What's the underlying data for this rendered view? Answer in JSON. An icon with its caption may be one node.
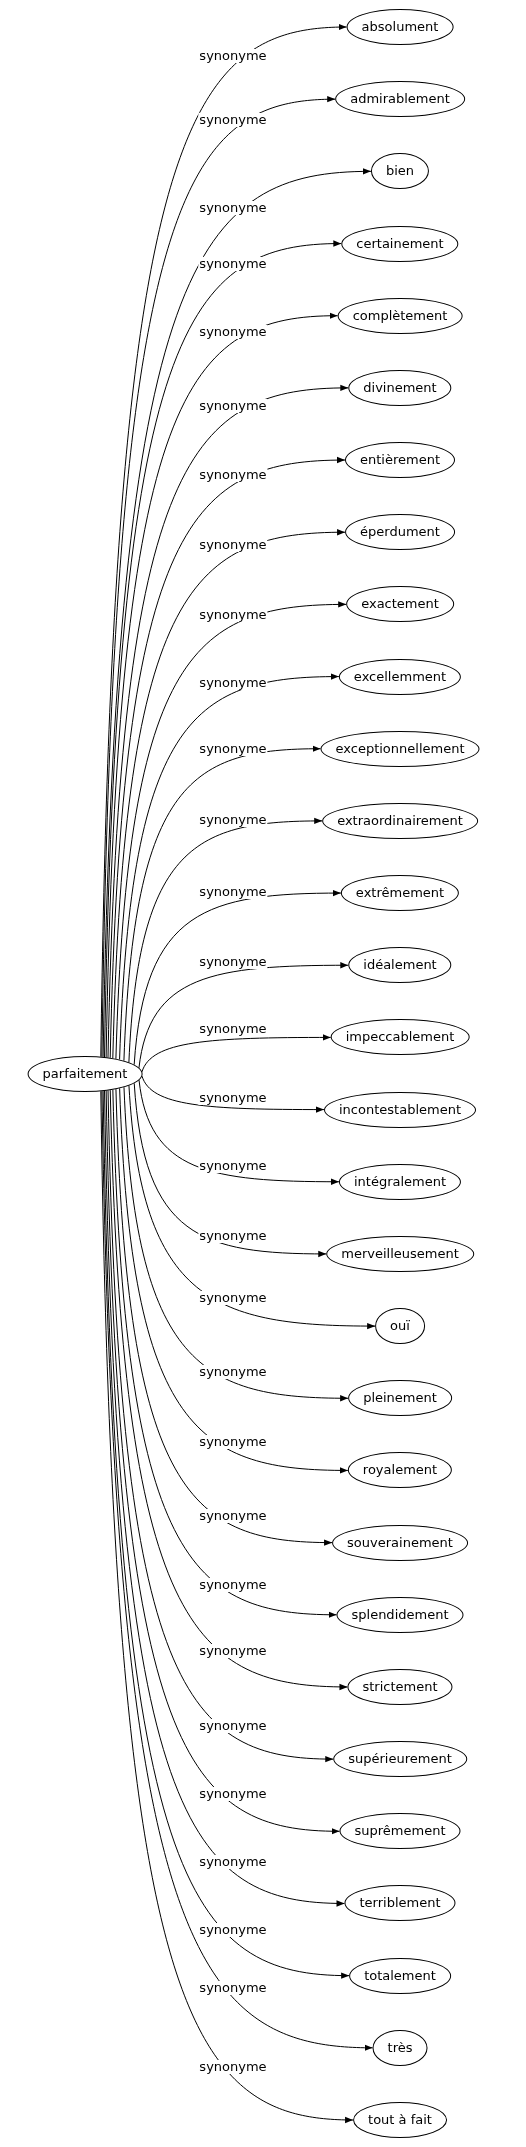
{
  "diagram": {
    "nodes": [
      {
        "text": [
          "parfaitement"
        ]
      },
      {
        "text": [
          "absolument"
        ]
      },
      {
        "text": [
          "admirablement"
        ]
      },
      {
        "text": [
          "bien"
        ]
      },
      {
        "text": [
          "certainement"
        ]
      },
      {
        "text": [
          "complètement"
        ]
      },
      {
        "text": [
          "divinement"
        ]
      },
      {
        "text": [
          "entièrement"
        ]
      },
      {
        "text": [
          "éperdument"
        ]
      },
      {
        "text": [
          "exactement"
        ]
      },
      {
        "text": [
          "excellemment"
        ]
      },
      {
        "text": [
          "exceptionnellement"
        ]
      },
      {
        "text": [
          "extraordinairement"
        ]
      },
      {
        "text": [
          "extrêmement"
        ]
      },
      {
        "text": [
          "idéalement"
        ]
      },
      {
        "text": [
          "impeccablement"
        ]
      },
      {
        "text": [
          "incontestablement"
        ]
      },
      {
        "text": [
          "intégralement"
        ]
      },
      {
        "text": [
          "merveilleusement"
        ]
      },
      {
        "text": [
          "ouï"
        ]
      },
      {
        "text": [
          "pleinement"
        ]
      },
      {
        "text": [
          "royalement"
        ]
      },
      {
        "text": [
          "souverainement"
        ]
      },
      {
        "text": [
          "splendidement"
        ]
      },
      {
        "text": [
          "strictement"
        ]
      },
      {
        "text": [
          "supérieurement"
        ]
      },
      {
        "text": [
          "suprêmement"
        ]
      },
      {
        "text": [
          "terriblement"
        ]
      },
      {
        "text": [
          "totalement"
        ]
      },
      {
        "text": [
          "très"
        ]
      },
      {
        "text": [
          "tout à fait"
        ]
      }
    ],
    "edges": [
      {
        "from": 0,
        "to": 1,
        "arrow": "to",
        "label": "synonyme"
      },
      {
        "from": 0,
        "to": 2,
        "arrow": "to",
        "label": "synonyme"
      },
      {
        "from": 0,
        "to": 3,
        "arrow": "to",
        "label": "synonyme"
      },
      {
        "from": 0,
        "to": 4,
        "arrow": "to",
        "label": "synonyme"
      },
      {
        "from": 0,
        "to": 5,
        "arrow": "to",
        "label": "synonyme"
      },
      {
        "from": 0,
        "to": 6,
        "arrow": "to",
        "label": "synonyme"
      },
      {
        "from": 0,
        "to": 7,
        "arrow": "to",
        "label": "synonyme"
      },
      {
        "from": 0,
        "to": 8,
        "arrow": "to",
        "label": "synonyme"
      },
      {
        "from": 0,
        "to": 9,
        "arrow": "to",
        "label": "synonyme"
      },
      {
        "from": 0,
        "to": 10,
        "arrow": "to",
        "label": "synonyme"
      },
      {
        "from": 0,
        "to": 11,
        "arrow": "to",
        "label": "synonyme"
      },
      {
        "from": 0,
        "to": 12,
        "arrow": "to",
        "label": "synonyme"
      },
      {
        "from": 0,
        "to": 13,
        "arrow": "to",
        "label": "synonyme"
      },
      {
        "from": 0,
        "to": 14,
        "arrow": "to",
        "label": "synonyme"
      },
      {
        "from": 0,
        "to": 15,
        "arrow": "to",
        "label": "synonyme"
      },
      {
        "from": 0,
        "to": 16,
        "arrow": "to",
        "label": "synonyme"
      },
      {
        "from": 0,
        "to": 17,
        "arrow": "to",
        "label": "synonyme"
      },
      {
        "from": 0,
        "to": 18,
        "arrow": "to",
        "label": "synonyme"
      },
      {
        "from": 0,
        "to": 19,
        "arrow": "to",
        "label": "synonyme"
      },
      {
        "from": 0,
        "to": 20,
        "arrow": "to",
        "label": "synonyme"
      },
      {
        "from": 0,
        "to": 21,
        "arrow": "to",
        "label": "synonyme"
      },
      {
        "from": 0,
        "to": 22,
        "arrow": "to",
        "label": "synonyme"
      },
      {
        "from": 0,
        "to": 23,
        "arrow": "to",
        "label": "synonyme"
      },
      {
        "from": 0,
        "to": 24,
        "arrow": "to",
        "label": "synonyme"
      },
      {
        "from": 0,
        "to": 25,
        "arrow": "to",
        "label": "synonyme"
      },
      {
        "from": 0,
        "to": 26,
        "arrow": "to",
        "label": "synonyme"
      },
      {
        "from": 0,
        "to": 27,
        "arrow": "to",
        "label": "synonyme"
      },
      {
        "from": 0,
        "to": 28,
        "arrow": "to",
        "label": "synonyme"
      },
      {
        "from": 0,
        "to": 29,
        "arrow": "to",
        "label": "synonyme"
      },
      {
        "from": 0,
        "to": 30,
        "arrow": "to",
        "label": "synonyme"
      }
    ]
  }
}
